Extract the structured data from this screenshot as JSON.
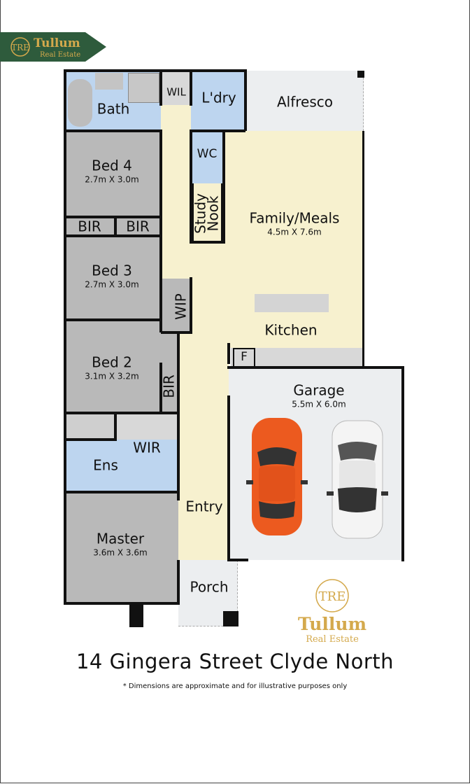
{
  "brand": {
    "name": "Tullum",
    "sub": "Real Estate",
    "monogram": "TRE",
    "green": "#2e5b3c",
    "gold": "#d4a94c"
  },
  "rooms": {
    "bath": {
      "name": "Bath"
    },
    "wil": {
      "name": "WIL"
    },
    "laundry": {
      "name": "L'dry"
    },
    "alfresco": {
      "name": "Alfresco"
    },
    "bed4": {
      "name": "Bed 4",
      "dims": "2.7m X 3.0m"
    },
    "wc": {
      "name": "WC"
    },
    "study": {
      "name": "Study Nook",
      "line1": "Study",
      "line2": "Nook"
    },
    "family": {
      "name": "Family/Meals",
      "dims": "4.5m X 7.6m"
    },
    "bir1": {
      "name": "BIR"
    },
    "bir2": {
      "name": "BIR"
    },
    "bed3": {
      "name": "Bed 3",
      "dims": "2.7m X 3.0m"
    },
    "wip": {
      "name": "WIP"
    },
    "kitchen": {
      "name": "Kitchen"
    },
    "fridge": {
      "name": "F"
    },
    "bed2": {
      "name": "Bed 2",
      "dims": "3.1m X 3.2m"
    },
    "bir3": {
      "name": "BIR"
    },
    "garage": {
      "name": "Garage",
      "dims": "5.5m X 6.0m"
    },
    "wir": {
      "name": "WIR"
    },
    "ens": {
      "name": "Ens"
    },
    "entry": {
      "name": "Entry"
    },
    "master": {
      "name": "Master",
      "dims": "3.6m X 3.6m"
    },
    "porch": {
      "name": "Porch"
    }
  },
  "footer": {
    "address": "14 Gingera Street Clyde North",
    "disclaimer": "* Dimensions are approximate and for illustrative purposes only"
  }
}
